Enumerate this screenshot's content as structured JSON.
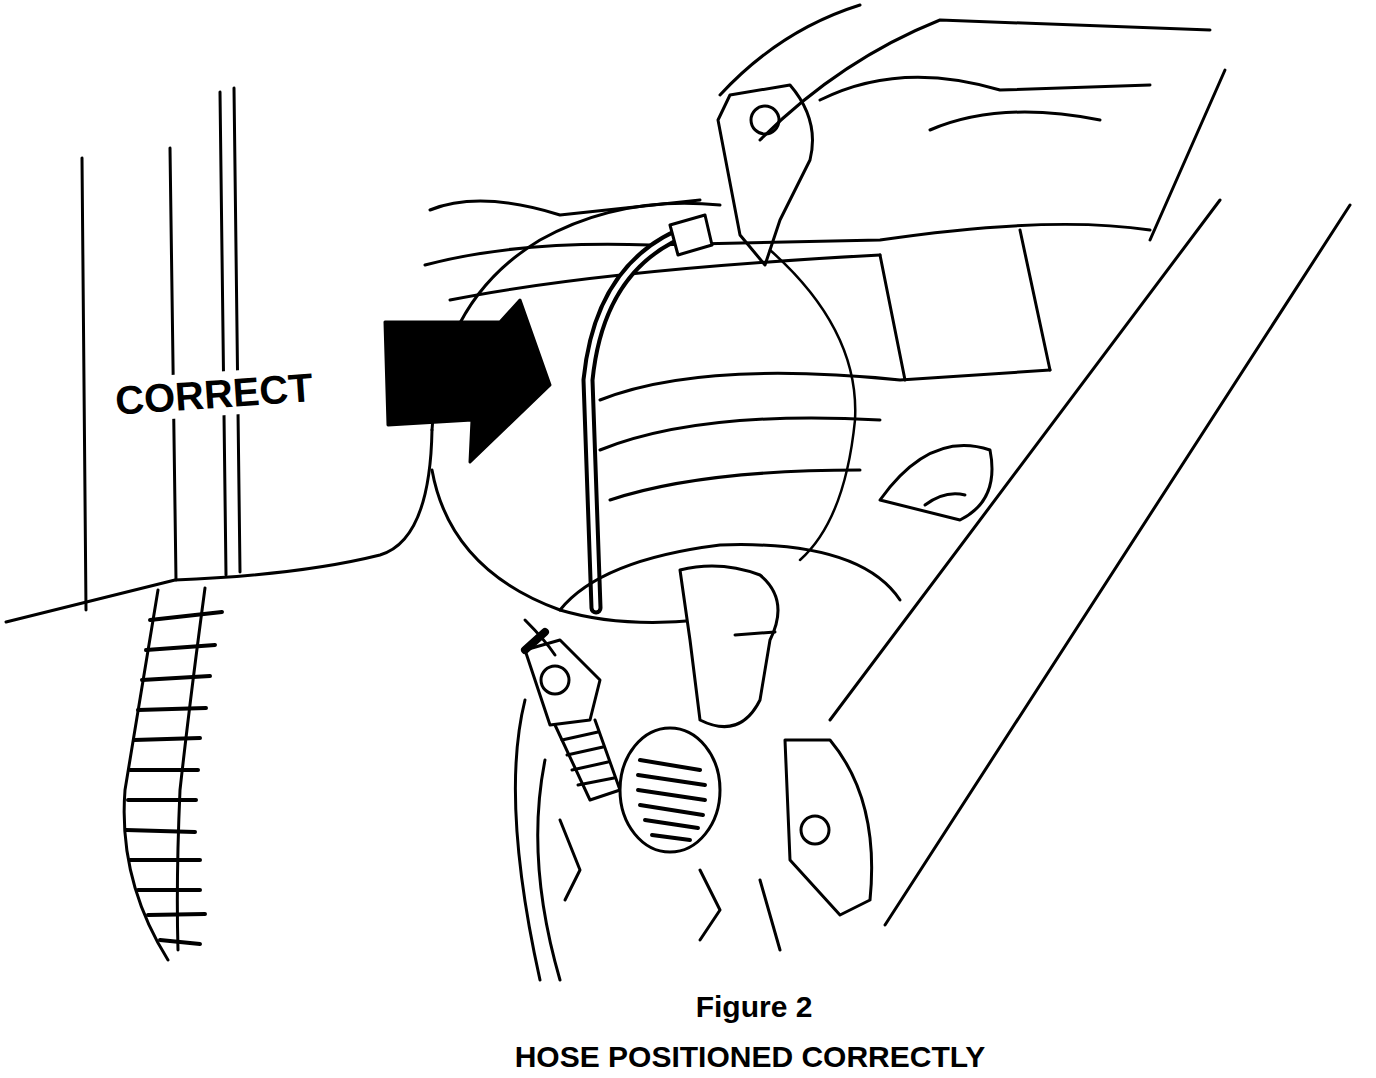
{
  "diagram": {
    "labels": [
      "CORRECT",
      "Figure 2",
      "HOSE POSITIONED CORRECTLY"
    ]
  }
}
